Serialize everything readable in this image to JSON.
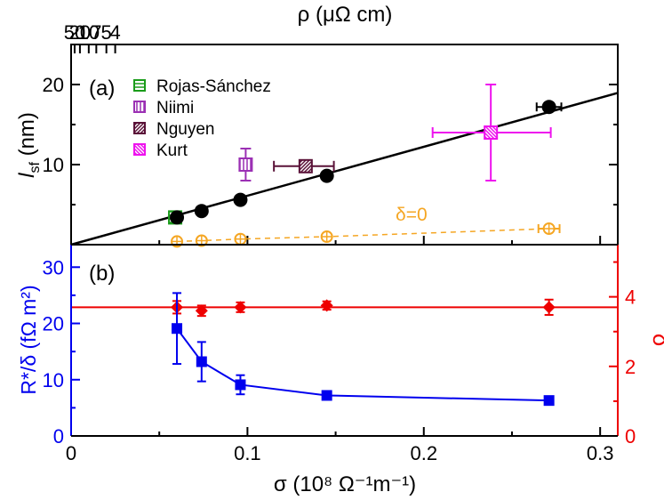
{
  "chart_data": [
    {
      "panel": "(a)",
      "type": "scatter",
      "xlabel": "σ (10⁸ Ω⁻¹m⁻¹)",
      "ylabel_main": "l",
      "ylabel_sub": "sf",
      "ylabel_unit": " (nm)",
      "top_axis_label": "ρ (μΩ cm)",
      "top_ticks": [
        {
          "label": "50",
          "value": 50
        },
        {
          "label": "20",
          "value": 20
        },
        {
          "label": "10",
          "value": 10
        },
        {
          "label": "7",
          "value": 7
        },
        {
          "label": "5",
          "value": 5
        },
        {
          "label": "4",
          "value": 4
        }
      ],
      "xlim": [
        0,
        0.31
      ],
      "ylim": [
        0,
        25
      ],
      "x_ticks": [
        0,
        0.1,
        0.2,
        0.3
      ],
      "y_ticks": [
        {
          "value": 10,
          "label": "10"
        },
        {
          "value": 20,
          "label": "20"
        }
      ],
      "annotation": "δ=0",
      "colors": {
        "main": "#000000",
        "delta0": "#f5a623",
        "rojas": "#1a9c1a",
        "niimi": "#9b30b4",
        "nguyen": "#5a1238",
        "kurt": "#ee12ee"
      },
      "fit_line": {
        "x": [
          0,
          0.31
        ],
        "y": [
          0,
          18.95
        ]
      },
      "series": [
        {
          "key": "main",
          "marker": "filled-circle",
          "points": [
            {
              "x": 0.06,
              "y": 3.4
            },
            {
              "x": 0.074,
              "y": 4.2
            },
            {
              "x": 0.096,
              "y": 5.6
            },
            {
              "x": 0.145,
              "y": 8.6
            },
            {
              "x": 0.271,
              "y": 17.2,
              "xerr": 0.007
            }
          ]
        },
        {
          "key": "delta0",
          "marker": "open-circle-cross",
          "dashed": true,
          "points": [
            {
              "x": 0.06,
              "y": 0.4
            },
            {
              "x": 0.074,
              "y": 0.5
            },
            {
              "x": 0.096,
              "y": 0.7
            },
            {
              "x": 0.145,
              "y": 1.0
            },
            {
              "x": 0.271,
              "y": 2.0,
              "xerr": 0.006
            }
          ]
        }
      ],
      "literature": [
        {
          "name": "Rojas-Sánchez",
          "key": "rojas",
          "pattern": "hlines",
          "x": 0.059,
          "y": 3.4
        },
        {
          "name": "Niimi",
          "key": "niimi",
          "pattern": "vlines",
          "x": 0.099,
          "y": 10.0,
          "yerr": 2.0
        },
        {
          "name": "Nguyen",
          "key": "nguyen",
          "pattern": "diag",
          "x": 0.133,
          "y": 9.8,
          "xerr_lo": 0.018,
          "xerr_hi": 0.016
        },
        {
          "name": "Kurt",
          "key": "kurt",
          "pattern": "diag",
          "x": 0.238,
          "y": 14.0,
          "xerr_lo": 0.033,
          "xerr_hi": 0.034,
          "yerr": 6.0
        }
      ]
    },
    {
      "panel": "(b)",
      "type": "line",
      "xlabel": "σ (10⁸ Ω⁻¹m⁻¹)",
      "x_tick_labels": [
        "0",
        "0.1",
        "0.2",
        "0.3"
      ],
      "x_ticks": [
        0,
        0.1,
        0.2,
        0.3
      ],
      "xlim": [
        0,
        0.31
      ],
      "ylabel_left": "R*/δ (fΩ m²)",
      "ylabel_right": "δ",
      "ylim_left": [
        0,
        34
      ],
      "ylim_right": [
        0,
        5.5
      ],
      "left_ticks": [
        0,
        10,
        20,
        30
      ],
      "right_ticks": [
        0,
        2,
        4
      ],
      "colors": {
        "left": "#0000ee",
        "right": "#ee0000"
      },
      "r_series": {
        "name": "R*/δ",
        "marker": "filled-square",
        "points": [
          {
            "x": 0.06,
            "y": 19.1,
            "err_lo": 6.3,
            "err_hi": 6.3
          },
          {
            "x": 0.074,
            "y": 13.2,
            "err_lo": 3.5,
            "err_hi": 3.5
          },
          {
            "x": 0.096,
            "y": 9.1,
            "err_lo": 1.7,
            "err_hi": 1.7
          },
          {
            "x": 0.145,
            "y": 7.2,
            "err_lo": 0.4,
            "err_hi": 0.4
          },
          {
            "x": 0.271,
            "y": 6.3,
            "err_lo": 0.3,
            "err_hi": 0.3
          }
        ]
      },
      "delta_series": {
        "name": "δ",
        "marker": "filled-diamond",
        "level": 3.7,
        "points": [
          {
            "x": 0.06,
            "y": 3.7,
            "err": 0.18
          },
          {
            "x": 0.074,
            "y": 3.6,
            "err": 0.15
          },
          {
            "x": 0.096,
            "y": 3.7,
            "err": 0.14
          },
          {
            "x": 0.145,
            "y": 3.75,
            "err": 0.12
          },
          {
            "x": 0.271,
            "y": 3.7,
            "err": 0.22
          }
        ]
      }
    }
  ]
}
